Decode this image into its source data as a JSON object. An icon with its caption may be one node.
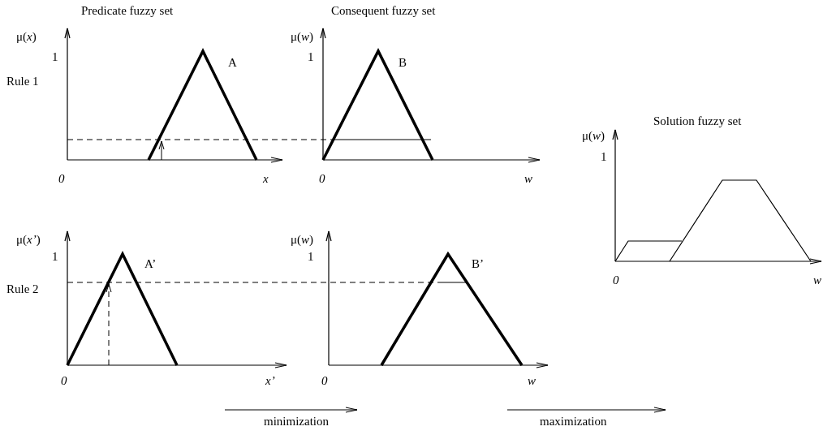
{
  "diagram": {
    "labels": [
      "Predicate fuzzy set",
      "Consequent fuzzy set",
      "μ(*x*)",
      "μ(*w*)",
      "1",
      "A",
      "1",
      "B",
      "Rule 1",
      "Solution fuzzy set",
      "μ(*w*)",
      "1",
      "0",
      "x",
      "0",
      "w",
      "μ(*x’*)",
      "μ(*w*)",
      "1",
      "A’",
      "1",
      "B’",
      "Rule 2",
      "0",
      "w",
      "0",
      "x’",
      "0",
      "w",
      "minimization",
      "maximization"
    ]
  }
}
